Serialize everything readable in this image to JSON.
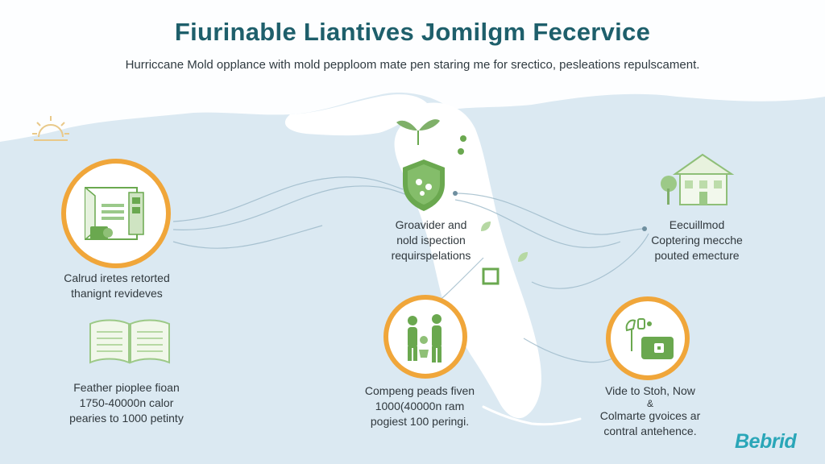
{
  "header": {
    "title": "Fiurinable Liantives Jomilgm Fecervice",
    "subtitle": "Hurriccane Mold opplance with mold pepploom mate pen staring me for srectico, pesleations repulscament."
  },
  "center": {
    "lines": [
      "Groavider and",
      "nold ispection",
      "requirspelations"
    ]
  },
  "left_top": {
    "lines": [
      "Calrud iretes retorted",
      "thanignt revideves"
    ]
  },
  "right_top": {
    "lines": [
      "Eecuillmod",
      "Coptering mecche",
      "pouted emecture"
    ]
  },
  "left_bottom": {
    "lines": [
      "Feather pioplee fioan",
      "1750-40000n calor",
      "pearies to 1000 petinty"
    ]
  },
  "center_bottom": {
    "lines": [
      "Compeng peads fiven",
      "1000(40000n ram",
      "pogiest 100 peringi."
    ]
  },
  "right_bottom": {
    "lines": [
      "Vide to Stoh, Now",
      "&",
      "Colmarte gvoices ar",
      "contral antehence."
    ]
  },
  "brand": {
    "name": "Bebrid"
  },
  "colors": {
    "accent_orange": "#f0a63a",
    "accent_green": "#6aa84f",
    "title_teal": "#1e5f6b",
    "water": "#dbe9f2",
    "land": "#ffffff"
  }
}
